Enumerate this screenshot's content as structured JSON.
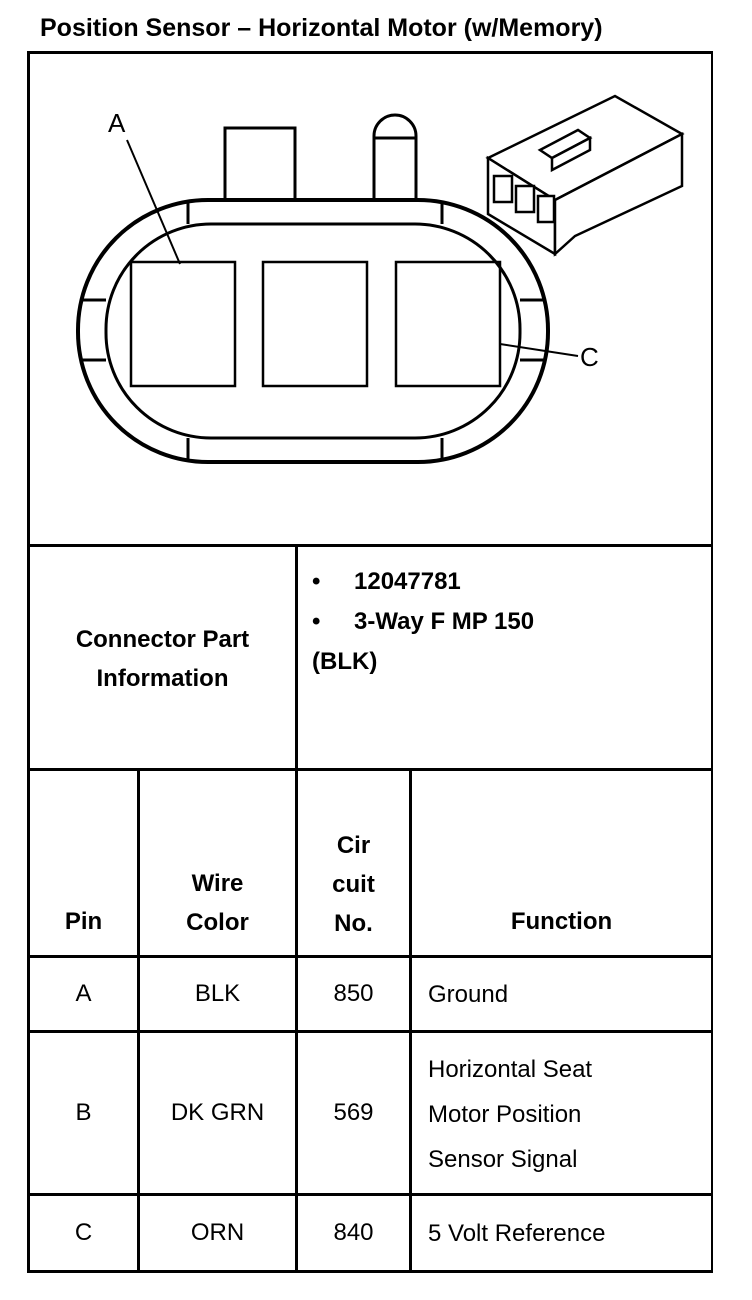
{
  "title": "Position Sensor – Horizontal Motor (w/Memory)",
  "diagram": {
    "label_a": "A",
    "label_c": "C"
  },
  "connector": {
    "label_line1": "Connector Part",
    "label_line2": "Information",
    "items": [
      "12047781",
      "3-Way F MP 150"
    ],
    "extra": "(BLK)"
  },
  "table": {
    "headers": {
      "pin": "Pin",
      "wire_1": "Wire",
      "wire_2": "Color",
      "circuit_1": "Cir",
      "circuit_2": "cuit",
      "circuit_3": "No.",
      "function": "Function"
    },
    "rows": [
      {
        "pin": "A",
        "wire": "BLK",
        "circuit": "850",
        "function": [
          "Ground"
        ]
      },
      {
        "pin": "B",
        "wire": "DK GRN",
        "circuit": "569",
        "function": [
          "Horizontal Seat",
          "Motor Position",
          "Sensor Signal"
        ]
      },
      {
        "pin": "C",
        "wire": "ORN",
        "circuit": "840",
        "function": [
          "5 Volt Reference"
        ]
      }
    ]
  }
}
